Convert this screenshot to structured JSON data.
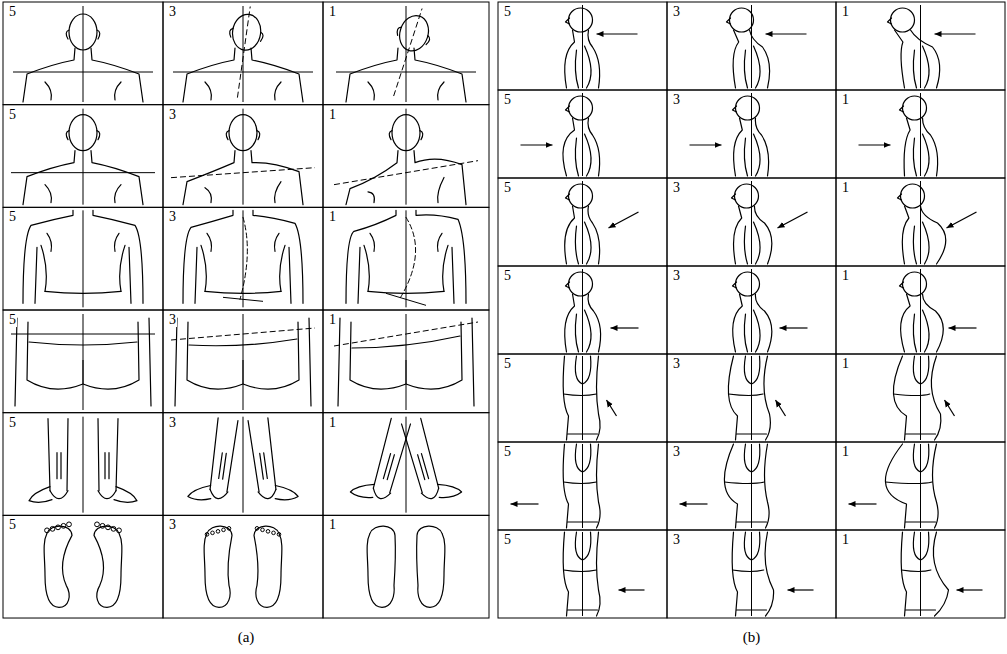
{
  "diagram": {
    "labels": [
      "5",
      "3",
      "1",
      "5",
      "3",
      "1",
      "5",
      "3",
      "1",
      "5",
      "3",
      "1",
      "5",
      "3",
      "1",
      "5",
      "3",
      "1",
      "5",
      "3",
      "1",
      "5",
      "3",
      "1",
      "5",
      "3",
      "1",
      "5",
      "3",
      "1",
      "5",
      "3",
      "1",
      "5",
      "3",
      "1",
      "5",
      "3",
      "1",
      "(a)",
      "(b)"
    ]
  }
}
